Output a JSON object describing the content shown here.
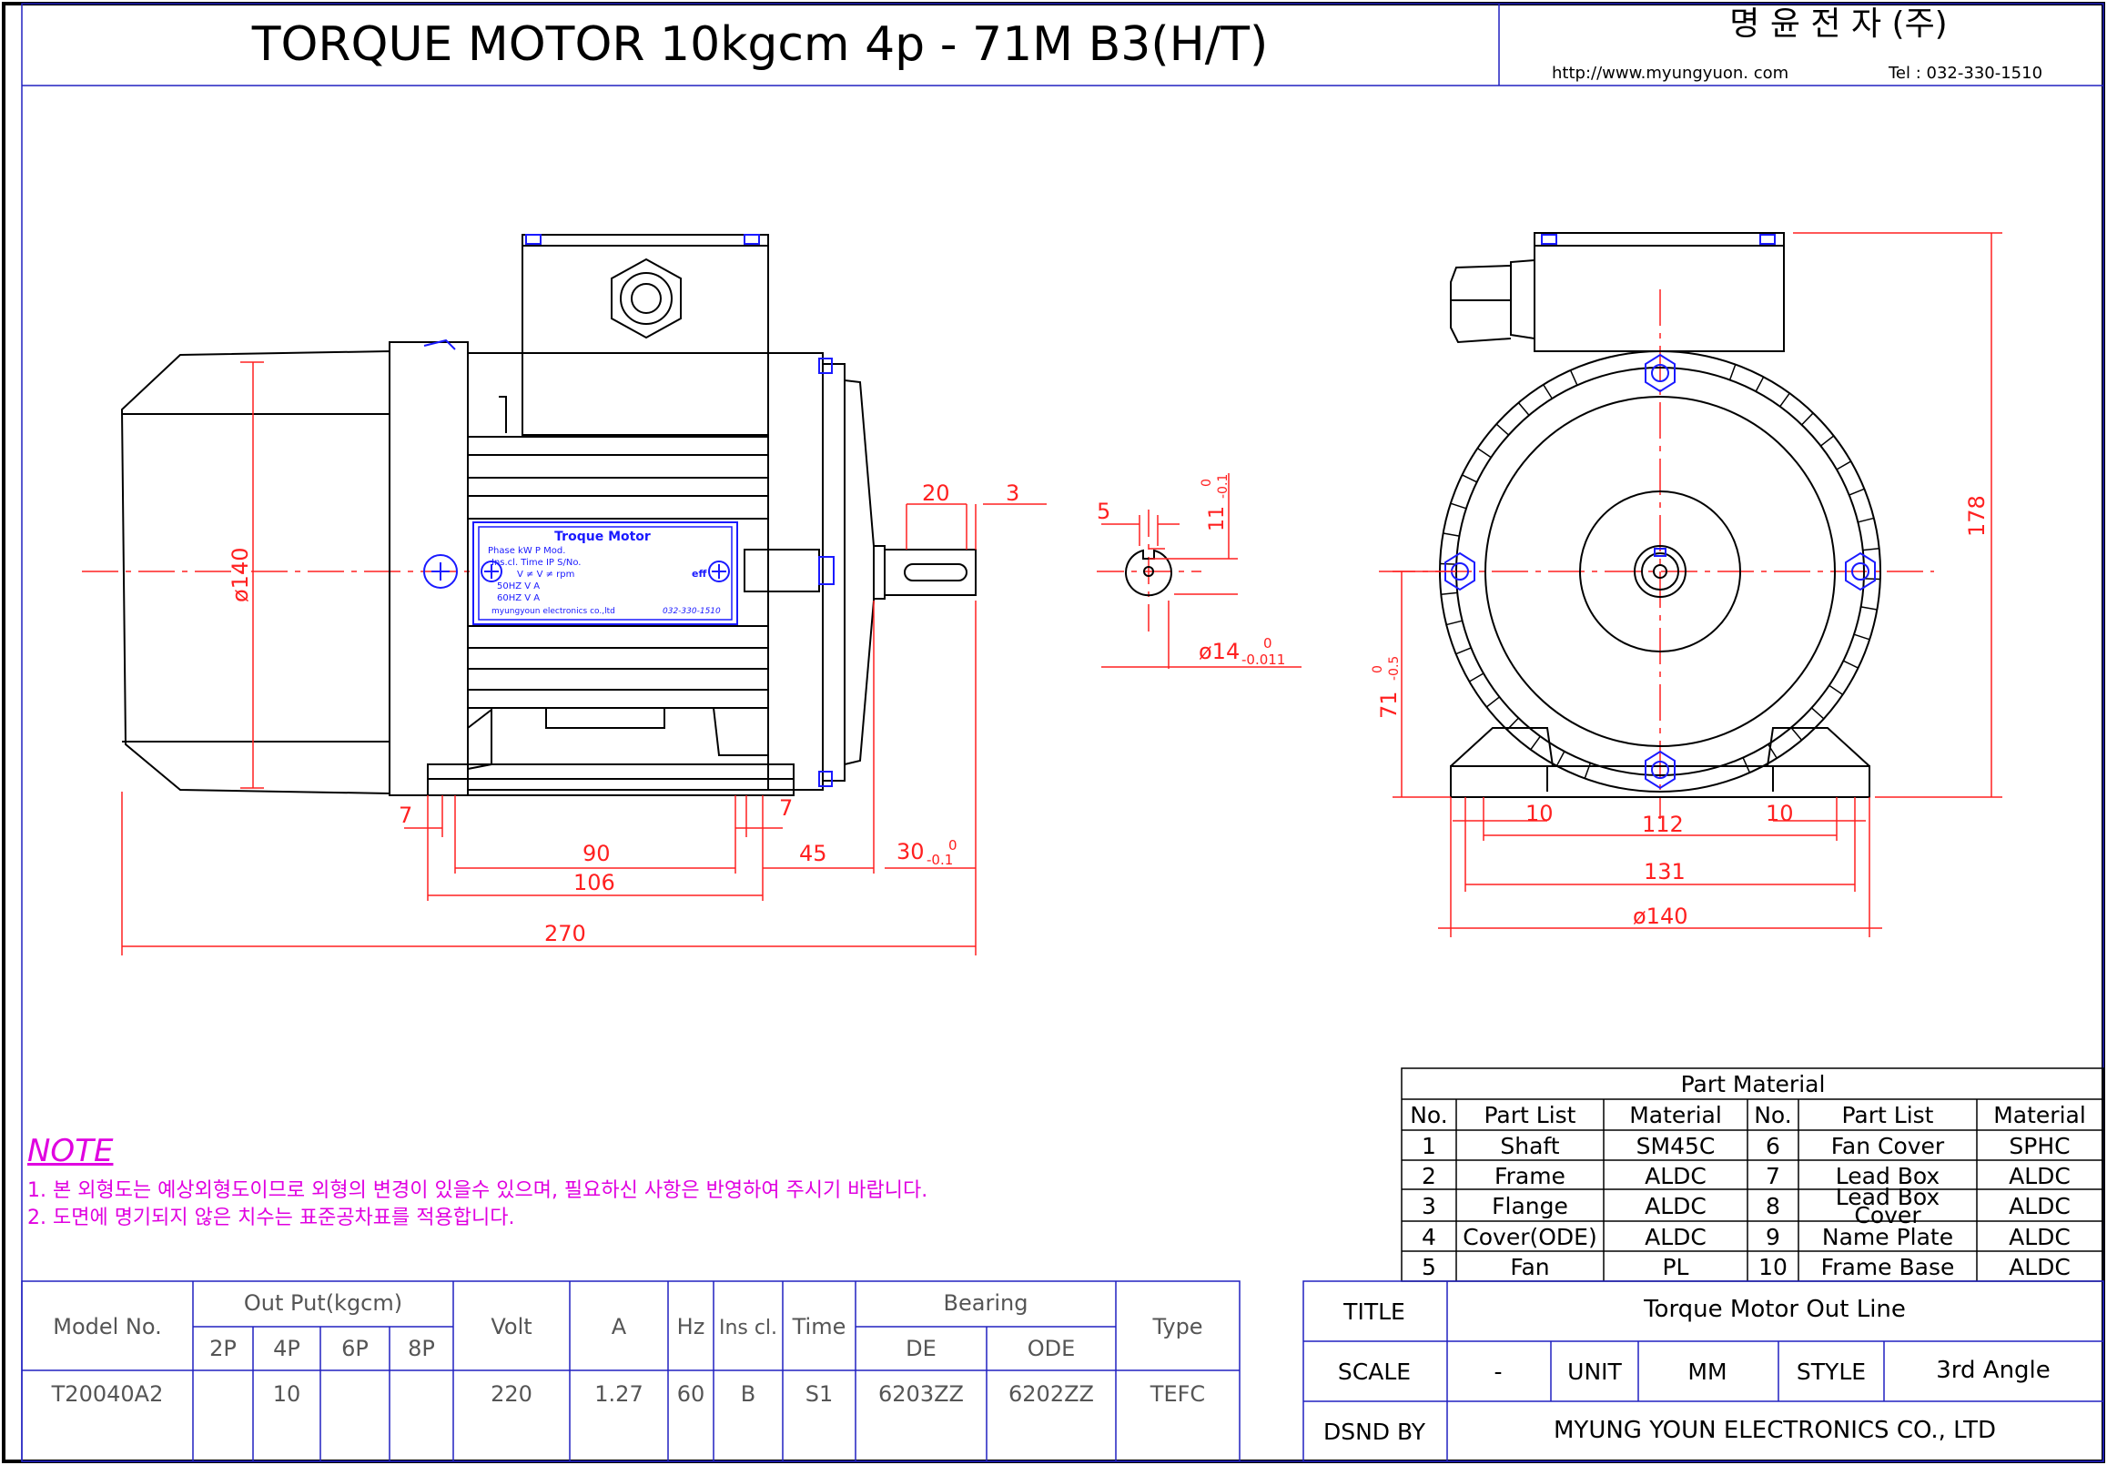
{
  "header": {
    "title": "TORQUE MOTOR 10kgcm 4p - 71M  B3(H/T)",
    "company_korean": "명 윤 전 자 (주)",
    "website": "http://www.myungyuon. com",
    "tel": "Tel : 032-330-1510"
  },
  "nameplate": {
    "title": "Troque   Motor",
    "row1": "Phase          kW    P Mod.",
    "row2": "Ins.cl.  Time    IP    S/No.",
    "row3": "V      ≠    V        ≠ rpm",
    "row4": "50HZ     V              A",
    "row5": "60HZ     V              A",
    "footer": "myungyoun electronics co.,ltd",
    "footer_tel": "032-330-1510",
    "eff": "eff"
  },
  "side_view_dims": {
    "d140": "ø140",
    "d20": "20",
    "d3": "3",
    "d7a": "7",
    "d7b": "7",
    "d90": "90",
    "d106": "106",
    "d45": "45",
    "d30": "30",
    "d30_tol_upper": "0",
    "d30_tol_lower": "-0.1",
    "d270": "270"
  },
  "shaft_section_dims": {
    "d5": "5",
    "d11": "11",
    "d11_tol_upper": "0",
    "d11_tol_lower": "-0.1",
    "d14": "ø14",
    "d14_tol_upper": "0",
    "d14_tol_lower": "-0.011"
  },
  "front_view_dims": {
    "d178": "178",
    "d71": "71",
    "d71_tol_upper": "0",
    "d71_tol_lower": "-0.5",
    "d10a": "10",
    "d10b": "10",
    "d112": "112",
    "d131": "131",
    "d140": "ø140"
  },
  "notes": {
    "heading": "NOTE",
    "line1": "1. 본 외형도는 예상외형도이므로 외형의 변경이 있을수 있으며, 필요하신 사항은 반영하여 주시기 바랍니다.",
    "line2": "2. 도면에 명기되지 않은 치수는 표준공차표를 적용합니다."
  },
  "spec_table": {
    "headers": {
      "model": "Model No.",
      "output": "Out Put(kgcm)",
      "p2": "2P",
      "p4": "4P",
      "p6": "6P",
      "p8": "8P",
      "volt": "Volt",
      "amp": "A",
      "hz": "Hz",
      "ins": "Ins cl.",
      "time": "Time",
      "bearing": "Bearing",
      "de": "DE",
      "ode": "ODE",
      "type": "Type"
    },
    "row": {
      "model": "T20040A2",
      "p2": "",
      "p4": "10",
      "p6": "",
      "p8": "",
      "volt": "220",
      "amp": "1.27",
      "hz": "60",
      "ins": "B",
      "time": "S1",
      "de": "6203ZZ",
      "ode": "6202ZZ",
      "type": "TEFC"
    }
  },
  "part_material": {
    "title": "Part Material",
    "headers": [
      "No.",
      "Part List",
      "Material",
      "No.",
      "Part List",
      "Material"
    ],
    "rows": [
      [
        "1",
        "Shaft",
        "SM45C",
        "6",
        "Fan Cover",
        "SPHC"
      ],
      [
        "2",
        "Frame",
        "ALDC",
        "7",
        "Lead Box",
        "ALDC"
      ],
      [
        "3",
        "Flange",
        "ALDC",
        "8",
        "Lead Box Cover",
        "ALDC"
      ],
      [
        "4",
        "Cover(ODE)",
        "ALDC",
        "9",
        "Name Plate",
        "ALDC"
      ],
      [
        "5",
        "Fan",
        "PL",
        "10",
        "Frame Base",
        "ALDC"
      ]
    ]
  },
  "title_block": {
    "title_label": "TITLE",
    "title_value": "Torque  Motor Out Line",
    "scale_label": "SCALE",
    "scale_value": "-",
    "unit_label": "UNIT",
    "unit_value": "MM",
    "style_label": "STYLE",
    "style_value": "3rd Angle",
    "dsnd_label": "DSND BY",
    "dsnd_value": "MYUNG YOUN ELECTRONICS CO., LTD"
  },
  "colors": {
    "outline": "#000000",
    "dimension": "#ff2020",
    "table": "#2020c0",
    "nameplate": "#1a1aff",
    "note": "#e000e0"
  }
}
